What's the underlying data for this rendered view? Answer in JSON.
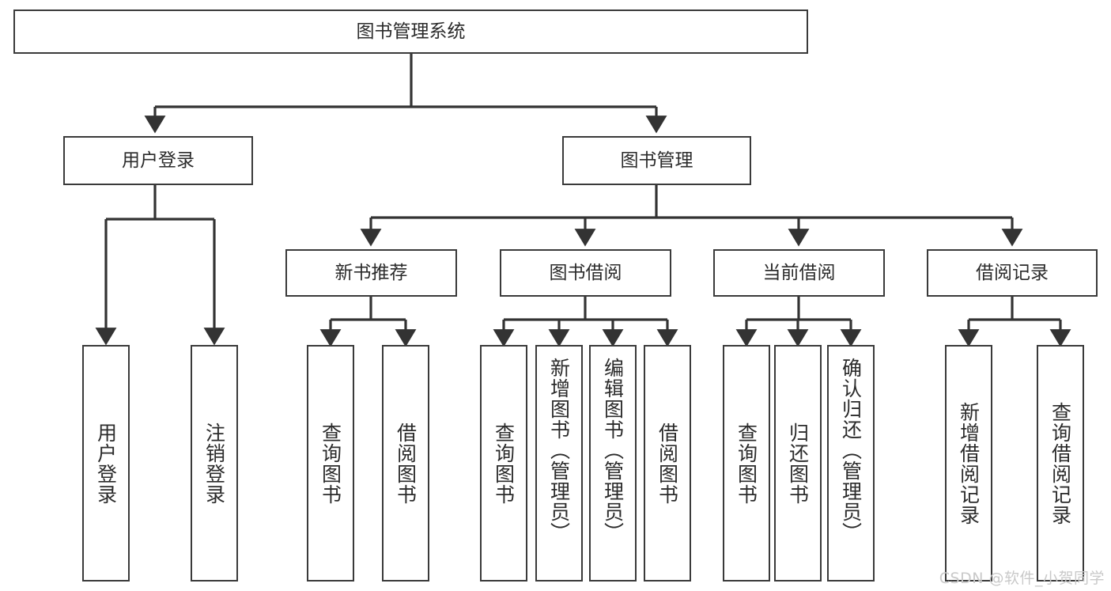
{
  "diagram": {
    "title": "图书管理系统",
    "type": "tree-hierarchy",
    "watermark": "CSDN @软件_小贺同学",
    "colors": {
      "box_border": "#3a3a3a",
      "box_fill": "#ffffff",
      "connector": "#333333",
      "text": "#2b2b2b",
      "watermark": "#c9c9c9"
    },
    "levels": {
      "root": {
        "label": "图书管理系统",
        "orientation": "horizontal"
      },
      "level2": [
        {
          "label": "用户登录",
          "orientation": "horizontal"
        },
        {
          "label": "图书管理",
          "orientation": "horizontal"
        }
      ],
      "level3": [
        {
          "label": "新书推荐",
          "orientation": "horizontal",
          "parent": "图书管理"
        },
        {
          "label": "图书借阅",
          "orientation": "horizontal",
          "parent": "图书管理"
        },
        {
          "label": "当前借阅",
          "orientation": "horizontal",
          "parent": "图书管理"
        },
        {
          "label": "借阅记录",
          "orientation": "horizontal",
          "parent": "图书管理"
        }
      ],
      "leaves": [
        {
          "label": "用户登录",
          "orientation": "vertical",
          "parent": "用户登录"
        },
        {
          "label": "注销登录",
          "orientation": "vertical",
          "parent": "用户登录"
        },
        {
          "label": "查询图书",
          "orientation": "vertical",
          "parent": "新书推荐"
        },
        {
          "label": "借阅图书",
          "orientation": "vertical",
          "parent": "新书推荐"
        },
        {
          "label": "查询图书",
          "orientation": "vertical",
          "parent": "图书借阅"
        },
        {
          "label": "新增图书（管理员）",
          "orientation": "vertical",
          "parent": "图书借阅"
        },
        {
          "label": "编辑图书（管理员）",
          "orientation": "vertical",
          "parent": "图书借阅"
        },
        {
          "label": "借阅图书",
          "orientation": "vertical",
          "parent": "图书借阅"
        },
        {
          "label": "查询图书",
          "orientation": "vertical",
          "parent": "当前借阅"
        },
        {
          "label": "归还图书",
          "orientation": "vertical",
          "parent": "当前借阅"
        },
        {
          "label": "确认归还（管理员）",
          "orientation": "vertical",
          "parent": "当前借阅"
        },
        {
          "label": "新增借阅记录",
          "orientation": "vertical",
          "parent": "借阅记录"
        },
        {
          "label": "查询借阅记录",
          "orientation": "vertical",
          "parent": "借阅记录"
        }
      ]
    }
  }
}
